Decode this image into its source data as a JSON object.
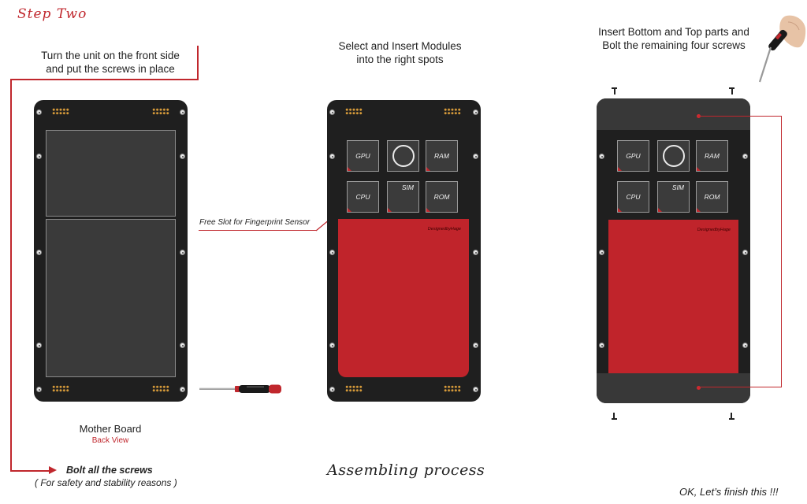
{
  "step_title": "Step Two",
  "captions": {
    "turn_unit_line1": "Turn the unit on the front side",
    "turn_unit_line2": "and put the screws in place",
    "select_modules_line1": "Select and Insert Modules",
    "select_modules_line2": "into the right spots",
    "insert_parts_line1": "Insert Bottom and Top parts and",
    "insert_parts_line2": "Bolt the remaining four screws",
    "fingerprint_slot": "Free Slot for Fingerprint Sensor",
    "motherboard": "Mother Board",
    "back_view": "Back View",
    "bolt_screws": "Bolt all the screws",
    "safety_reason": "( For safety and stability reasons )",
    "assembling_process": "Assembling process",
    "finish": "OK, Let’s finish this !!!"
  },
  "modules": {
    "gpu": "GPU",
    "ram": "RAM",
    "cpu": "CPU",
    "sim": "SIM",
    "rom": "ROM"
  },
  "pad_signature": "DesignedbyHage",
  "colors": {
    "accent_red": "#c0272d",
    "board": "#1f1f1f",
    "pad_red": "#c0242b"
  }
}
